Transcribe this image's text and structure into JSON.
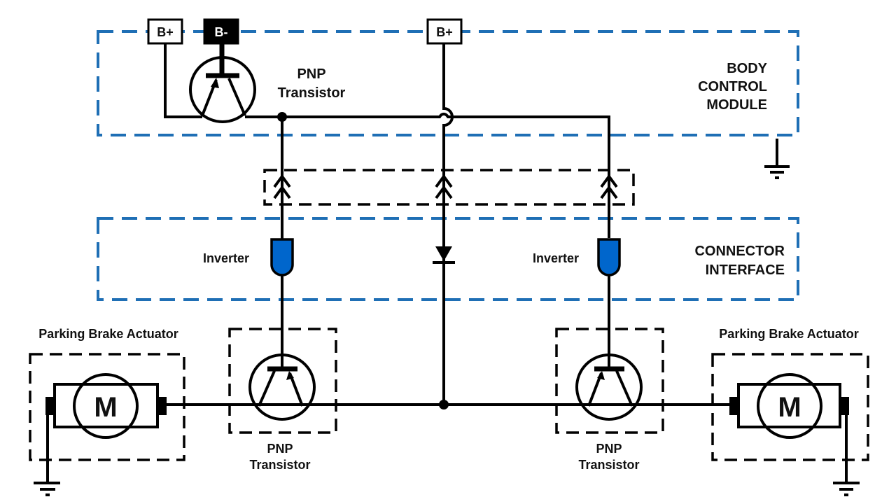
{
  "supplies": {
    "bplus_left": "B+",
    "bminus": "B-",
    "bplus_mid": "B+"
  },
  "bcm": {
    "label_lines": [
      "BODY",
      "CONTROL",
      "MODULE"
    ],
    "transistor_label": [
      "PNP",
      "Transistor"
    ]
  },
  "connector_interface": {
    "label_lines": [
      "CONNECTOR",
      "INTERFACE"
    ]
  },
  "inverters": {
    "left_label": "Inverter",
    "right_label": "Inverter",
    "fill_color": "#0066cc"
  },
  "transistors": {
    "left_label": [
      "PNP",
      "Transistor"
    ],
    "right_label": [
      "PNP",
      "Transistor"
    ]
  },
  "actuators": {
    "left_label": "Parking Brake Actuator",
    "right_label": "Parking Brake Actuator",
    "motor_symbol": "M"
  },
  "colors": {
    "module_boundary": "#1f6fb5",
    "wire": "#000000"
  }
}
